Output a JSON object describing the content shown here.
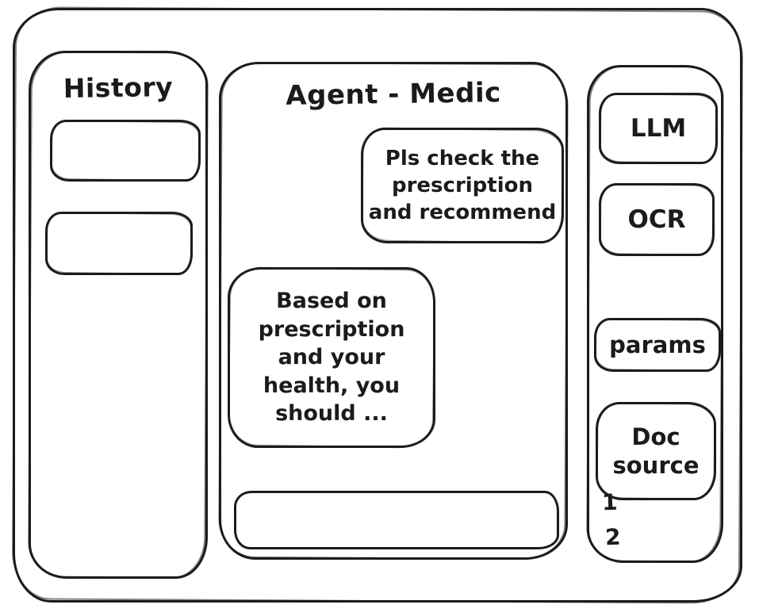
{
  "colors": {
    "stroke": "#1c1c1c",
    "background": "#ffffff",
    "text": "#1b1b1b"
  },
  "history_panel": {
    "title": "History",
    "items": [
      {
        "label": ""
      },
      {
        "label": ""
      }
    ]
  },
  "chat_panel": {
    "title": "Agent - Medic",
    "messages": [
      {
        "role": "user",
        "text": "Pls check the\nprescription\nand recommend"
      },
      {
        "role": "assistant",
        "text": "Based on\nprescription\nand your\nhealth, you\nshould ..."
      }
    ],
    "composer": {
      "value": ""
    }
  },
  "tools_panel": {
    "llm_button": "LLM",
    "ocr_button": "OCR",
    "params_button": "params",
    "doc_source_button": "Doc\nsource",
    "doc_source_items": [
      "1",
      "2"
    ]
  }
}
